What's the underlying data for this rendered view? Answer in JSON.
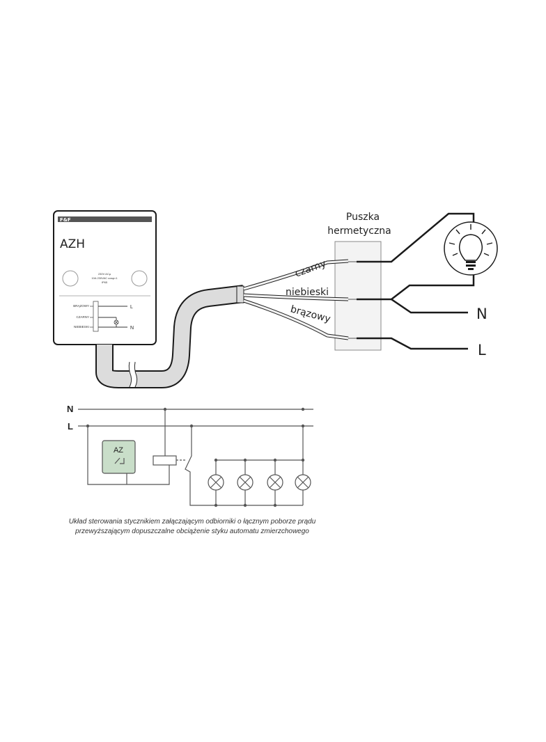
{
  "device": {
    "brand_logo": "F&F",
    "model": "AZH",
    "spec_lines": [
      "230V ACµ",
      "10A 230VAC cosφ=1",
      "IP65"
    ],
    "terminal_labels": [
      "BRĄZOWY",
      "CZARNY",
      "NIEBIESKI"
    ],
    "terminal_lines": [
      "L",
      "N"
    ]
  },
  "junction_box": {
    "label_line1": "Puszka",
    "label_line2": "hermetyczna"
  },
  "wires": {
    "black": "czarny",
    "blue": "niebieski",
    "brown": "brązowy"
  },
  "supply": {
    "neutral": "N",
    "live": "L"
  },
  "schematic": {
    "line_n": "N",
    "line_l": "L",
    "device_label": "AZ"
  },
  "caption": {
    "line1": "Układ sterowania stycznikiem załączającym odbiorniki o łącznym poborze prądu",
    "line2": "przewyższającym dopuszczalne obciążenie styku automatu zmierzchowego"
  },
  "colors": {
    "line": "#1a1a1a",
    "module_fill": "#c9dec9",
    "cable_fill": "#dcdcdc",
    "box_fill": "#f3f3f3"
  },
  "icons": [
    "bulb-icon",
    "lamp-icon",
    "relay-coil-icon",
    "contact-icon"
  ]
}
